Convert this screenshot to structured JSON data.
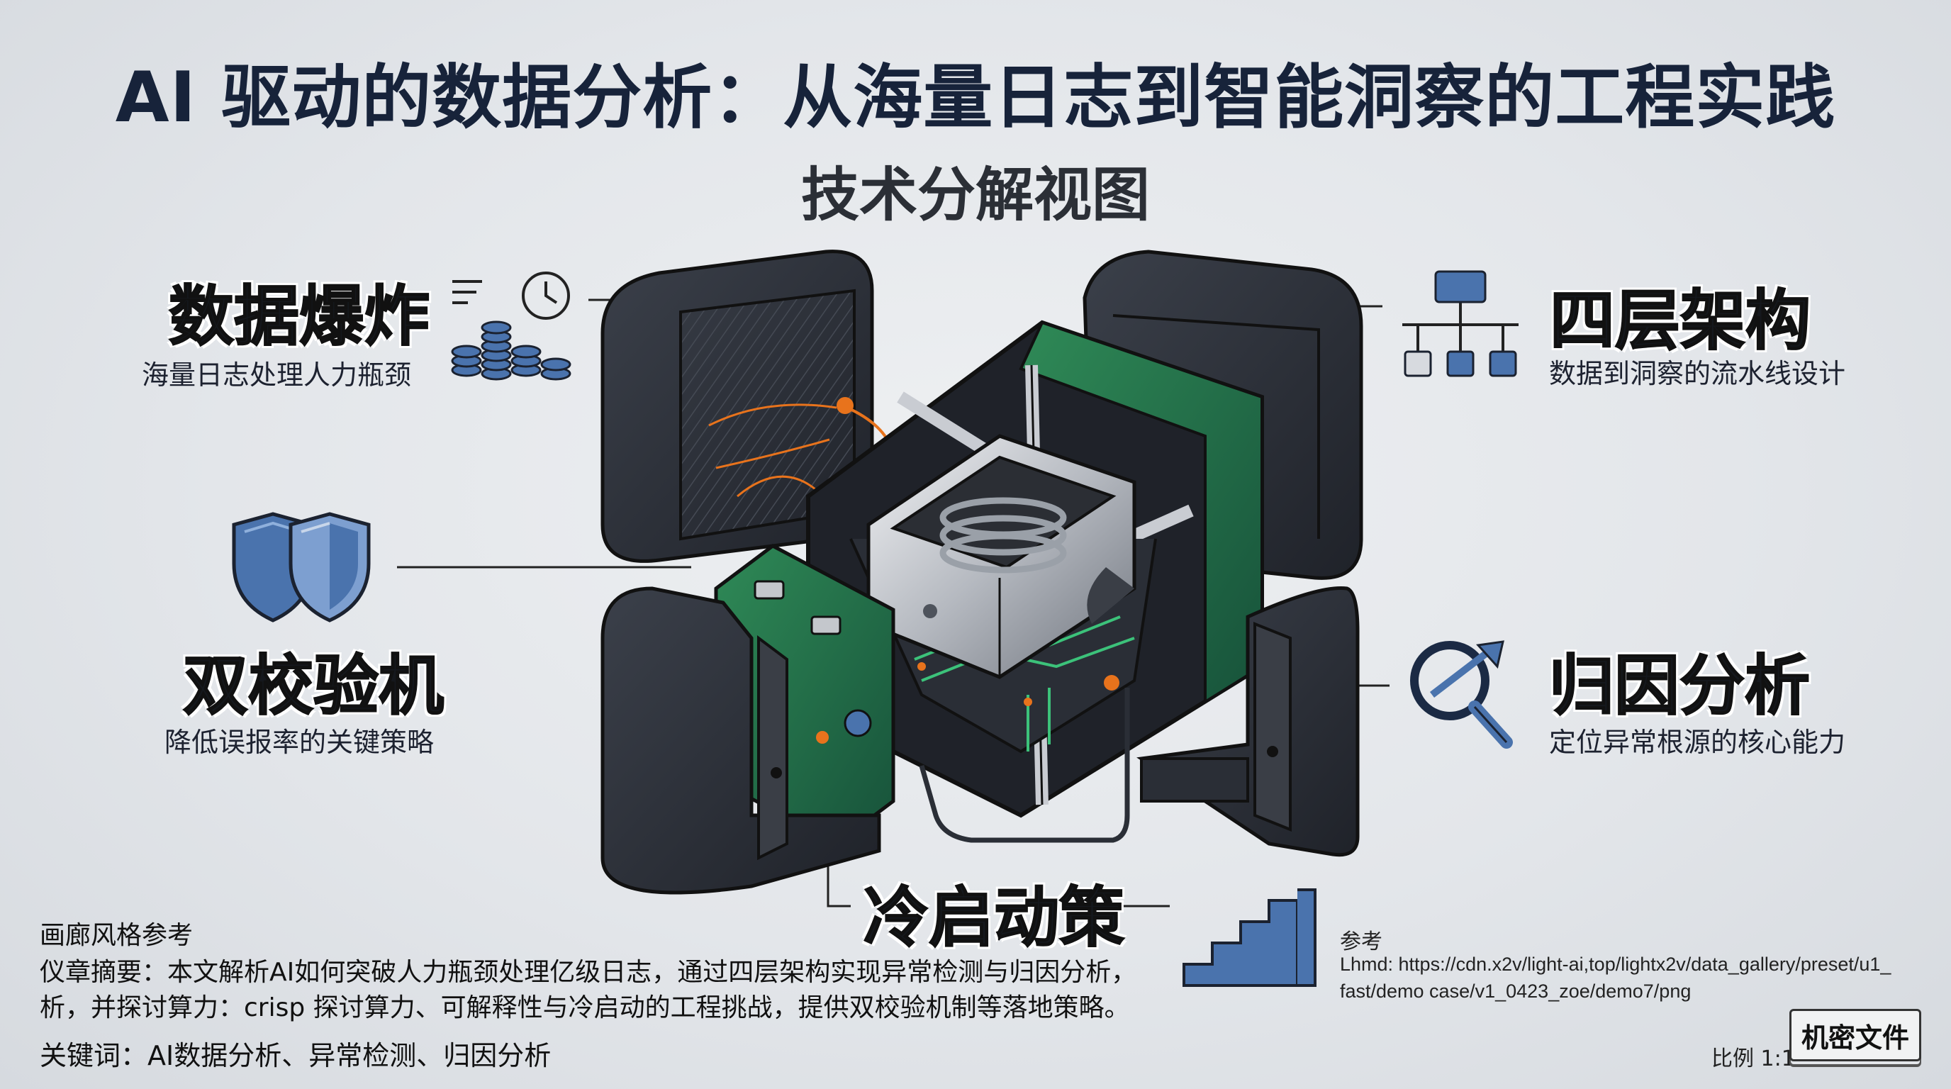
{
  "header": {
    "title": "AI 驱动的数据分析：从海量日志到智能洞察的工程实践",
    "subtitle": "技术分解视图"
  },
  "features": {
    "data_explosion": {
      "title": "数据爆炸",
      "subtitle": "海量日志处理人力瓶颈",
      "icon": "coin-stack-clock-icon"
    },
    "four_layer": {
      "title": "四层架构",
      "subtitle": "数据到洞察的流水线设计",
      "icon": "hierarchy-tree-icon"
    },
    "dual_check": {
      "title": "双校验机",
      "subtitle": "降低误报率的关键策略",
      "icon": "double-shield-icon"
    },
    "attribution": {
      "title": "归因分析",
      "subtitle": "定位异常根源的核心能力",
      "icon": "magnifier-arrow-icon"
    },
    "cold_start": {
      "title": "冷启动策",
      "icon": "staircase-icon"
    }
  },
  "footer": {
    "style_ref": "画廊风格参考",
    "abstract_line1": "仪章摘要：本文解析AI如何突破人力瓶颈处理亿级日志，通过四层架构实现异常检测与归因分析，",
    "abstract_line2": "析，并探讨算力：crisp  探讨算力、可解释性与冷启动的工程挑战，提供双校验机制等落地策略。",
    "keywords": "关键词：AI数据分析、异常检测、归因分析"
  },
  "reference": {
    "heading": "参考",
    "line1": "Lhmd:  https://cdn.x2v/light-ai,top/lightx2v/data_gallery/preset/u1_",
    "line2": "fast/demo case/v1_0423_zoe/demo7/png"
  },
  "stamp": {
    "label": "机密文件"
  },
  "scale": {
    "label": "比例 1:1"
  },
  "colors": {
    "title": "#17233a",
    "accent_blue": "#4a73ad",
    "accent_green": "#2f8a57",
    "glow_orange": "#e8731c",
    "shell_dark": "#2c3038"
  }
}
